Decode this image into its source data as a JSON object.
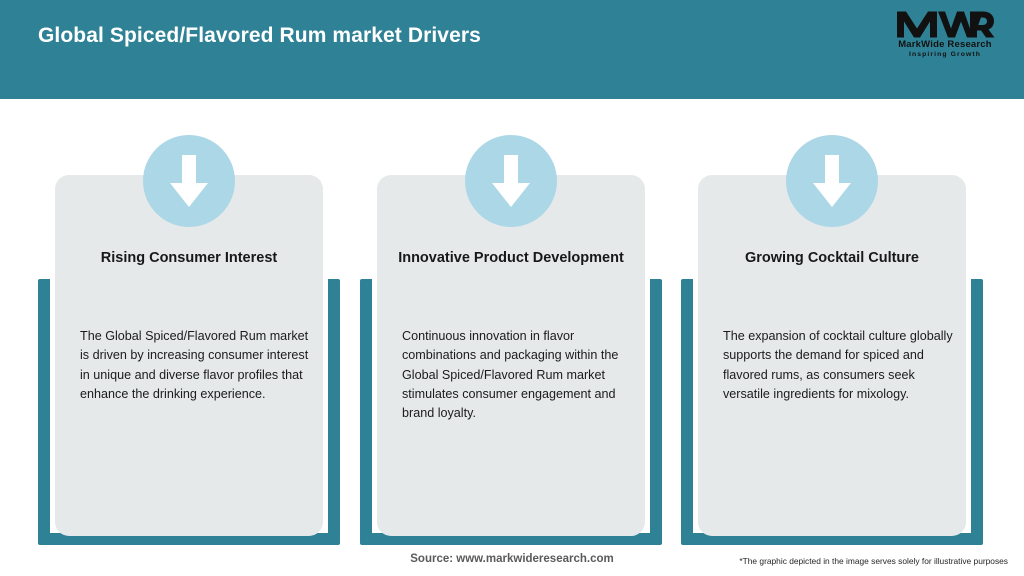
{
  "header": {
    "title": "Global Spiced/Flavored Rum market Drivers",
    "bg_color": "#2F8295",
    "title_color": "#FFFFFF"
  },
  "logo": {
    "mark": "MWR",
    "name": "MarkWide Research",
    "tagline": "Inspiring Growth"
  },
  "cards": [
    {
      "icon": "down-arrow-icon",
      "title": "Rising Consumer Interest",
      "body": "The Global Spiced/Flavored Rum market is driven by increasing consumer interest in unique and diverse flavor profiles that enhance the drinking experience."
    },
    {
      "icon": "down-arrow-icon",
      "title": "Innovative Product Development",
      "body": "Continuous innovation in flavor combinations and packaging within the Global Spiced/Flavored Rum market stimulates consumer engagement and brand loyalty."
    },
    {
      "icon": "down-arrow-icon",
      "title": "Growing Cocktail Culture",
      "body": "The expansion of cocktail culture globally supports the demand for spiced and flavored rums, as consumers seek versatile ingredients for mixology."
    }
  ],
  "footer": {
    "source": "Source: www.markwideresearch.com",
    "disclaimer": "*The graphic depicted in the image serves solely for illustrative purposes"
  },
  "colors": {
    "teal": "#2F8295",
    "card_bg": "#E5E9EA",
    "icon_circle": "#ACD7E7",
    "icon_arrow": "#FFFFFF"
  }
}
